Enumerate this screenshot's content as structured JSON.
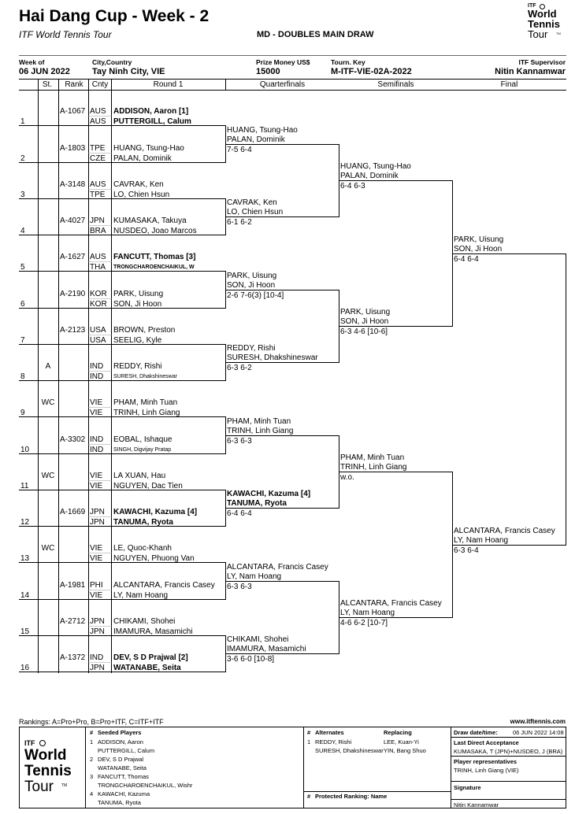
{
  "header": {
    "title": "Hai Dang Cup - Week - 2",
    "subtitle": "ITF World Tennis Tour",
    "draw_name": "MD - DOUBLES MAIN DRAW",
    "logo": {
      "sup": "ITF",
      "l1": "World",
      "l2": "Tennis",
      "l3": "Tour",
      "tm": "TM"
    }
  },
  "info": {
    "week_label": "Week of",
    "week_value": "06 JUN 2022",
    "city_label": "City,Country",
    "city_value": "Tay Ninh City, VIE",
    "prize_label": "Prize Money US$",
    "prize_value": "15000",
    "tourn_label": "Tourn. Key",
    "tourn_value": "M-ITF-VIE-02A-2022",
    "sup_label": "ITF Supervisor",
    "sup_value": "Nitin Kannamwar"
  },
  "columns": {
    "st": "St.",
    "rank": "Rank",
    "cnty": "Cnty",
    "r1": "Round 1",
    "qf": "Quarterfinals",
    "sf": "Semifinals",
    "f": "Final"
  },
  "r1": [
    {
      "num": "1",
      "st": "",
      "rank": "A-1067",
      "c1": "AUS",
      "p1": "ADDISON, Aaron [1]",
      "c2": "AUS",
      "p2": "PUTTERGILL, Calum",
      "bold": true
    },
    {
      "num": "2",
      "st": "",
      "rank": "A-1803",
      "c1": "TPE",
      "p1": "HUANG, Tsung-Hao",
      "c2": "CZE",
      "p2": "PALAN, Dominik",
      "bold": false
    },
    {
      "num": "3",
      "st": "",
      "rank": "A-3148",
      "c1": "AUS",
      "p1": "CAVRAK, Ken",
      "c2": "TPE",
      "p2": "LO, Chien Hsun",
      "bold": false
    },
    {
      "num": "4",
      "st": "",
      "rank": "A-4027",
      "c1": "JPN",
      "p1": "KUMASAKA, Takuya",
      "c2": "BRA",
      "p2": "NUSDEO, Joao Marcos",
      "bold": false
    },
    {
      "num": "5",
      "st": "",
      "rank": "A-1627",
      "c1": "AUS",
      "p1": "FANCUTT, Thomas [3]",
      "c2": "THA",
      "p2": "TRONGCHAROENCHAIKUL, W",
      "bold": true
    },
    {
      "num": "6",
      "st": "",
      "rank": "A-2190",
      "c1": "KOR",
      "p1": "PARK, Uisung",
      "c2": "KOR",
      "p2": "SON, Ji Hoon",
      "bold": false
    },
    {
      "num": "7",
      "st": "",
      "rank": "A-2123",
      "c1": "USA",
      "p1": "BROWN, Preston",
      "c2": "USA",
      "p2": "SEELIG, Kyle",
      "bold": false
    },
    {
      "num": "8",
      "st": "A",
      "rank": "",
      "c1": "IND",
      "p1": "REDDY, Rishi",
      "c2": "IND",
      "p2": "SURESH, Dhakshineswar",
      "bold": false
    },
    {
      "num": "9",
      "st": "WC",
      "rank": "",
      "c1": "VIE",
      "p1": "PHAM, Minh Tuan",
      "c2": "VIE",
      "p2": "TRINH, Linh Giang",
      "bold": false
    },
    {
      "num": "10",
      "st": "",
      "rank": "A-3302",
      "c1": "IND",
      "p1": "EOBAL, Ishaque",
      "c2": "IND",
      "p2": "SINGH, Digvijay Pratap",
      "bold": false
    },
    {
      "num": "11",
      "st": "WC",
      "rank": "",
      "c1": "VIE",
      "p1": "LA XUAN, Hau",
      "c2": "VIE",
      "p2": "NGUYEN, Dac Tien",
      "bold": false
    },
    {
      "num": "12",
      "st": "",
      "rank": "A-1669",
      "c1": "JPN",
      "p1": "KAWACHI, Kazuma [4]",
      "c2": "JPN",
      "p2": "TANUMA, Ryota",
      "bold": true
    },
    {
      "num": "13",
      "st": "WC",
      "rank": "",
      "c1": "VIE",
      "p1": "LE, Quoc-Khanh",
      "c2": "VIE",
      "p2": "NGUYEN, Phuong Van",
      "bold": false
    },
    {
      "num": "14",
      "st": "",
      "rank": "A-1981",
      "c1": "PHI",
      "p1": "ALCANTARA, Francis Casey",
      "c2": "VIE",
      "p2": "LY, Nam Hoang",
      "bold": false
    },
    {
      "num": "15",
      "st": "",
      "rank": "A-2712",
      "c1": "JPN",
      "p1": "CHIKAMI, Shohei",
      "c2": "JPN",
      "p2": "IMAMURA, Masamichi",
      "bold": false
    },
    {
      "num": "16",
      "st": "",
      "rank": "A-1372",
      "c1": "IND",
      "p1": "DEV, S D Prajwal [2]",
      "c2": "JPN",
      "p2": "WATANABE, Seita",
      "bold": true
    }
  ],
  "qf": [
    {
      "p1": "HUANG, Tsung-Hao",
      "p2": "PALAN, Dominik",
      "score": "7-5 6-4",
      "bold": false
    },
    {
      "p1": "CAVRAK, Ken",
      "p2": "LO, Chien Hsun",
      "score": "6-1 6-2",
      "bold": false
    },
    {
      "p1": "PARK, Uisung",
      "p2": "SON, Ji Hoon",
      "score": "2-6 7-6(3) [10-4]",
      "bold": false
    },
    {
      "p1": "REDDY, Rishi",
      "p2": "SURESH, Dhakshineswar",
      "score": "6-3 6-2",
      "bold": false
    },
    {
      "p1": "PHAM, Minh Tuan",
      "p2": "TRINH, Linh Giang",
      "score": "6-3 6-3",
      "bold": false
    },
    {
      "p1": "KAWACHI, Kazuma [4]",
      "p2": "TANUMA, Ryota",
      "score": "6-4 6-4",
      "bold": true
    },
    {
      "p1": "ALCANTARA, Francis Casey",
      "p2": "LY, Nam Hoang",
      "score": "6-3 6-3",
      "bold": false
    },
    {
      "p1": "CHIKAMI, Shohei",
      "p2": "IMAMURA, Masamichi",
      "score": "3-6 6-0 [10-8]",
      "bold": false
    }
  ],
  "sf": [
    {
      "p1": "HUANG, Tsung-Hao",
      "p2": "PALAN, Dominik",
      "score": "6-4 6-3"
    },
    {
      "p1": "PARK, Uisung",
      "p2": "SON, Ji Hoon",
      "score": "6-3 4-6 [10-6]"
    },
    {
      "p1": "PHAM, Minh Tuan",
      "p2": "TRINH, Linh Giang",
      "score": "w.o."
    },
    {
      "p1": "ALCANTARA, Francis Casey",
      "p2": "LY, Nam Hoang",
      "score": "4-6 6-2 [10-7]"
    }
  ],
  "fin": [
    {
      "p1": "PARK, Uisung",
      "p2": "SON, Ji Hoon",
      "score": "6-4 6-4"
    },
    {
      "p1": "ALCANTARA, Francis Casey",
      "p2": "LY, Nam Hoang",
      "score": "6-3 6-4"
    }
  ],
  "footer": {
    "rankings": "Rankings: A=Pro+Pro, B=Pro+ITF, C=ITF+ITF",
    "website": "www.itftennis.com",
    "seeded_hash": "#",
    "seeded_title": "Seeded Players",
    "seeded": [
      {
        "n": "1",
        "a": "ADDISON, Aaron",
        "b": "PUTTERGILL, Calum"
      },
      {
        "n": "2",
        "a": "DEV, S D Prajwal",
        "b": "WATANABE, Seita"
      },
      {
        "n": "3",
        "a": "FANCUTT, Thomas",
        "b": "TRONGCHAROENCHAIKUL, Wishr"
      },
      {
        "n": "4",
        "a": "KAWACHI, Kazuma",
        "b": "TANUMA, Ryota"
      }
    ],
    "alt_hash": "#",
    "alt_title": "Alternates",
    "replacing_title": "Replacing",
    "alternates": [
      {
        "n": "1",
        "a": "REDDY, Rishi",
        "b": "SURESH, Dhakshineswar",
        "ra": "LEE, Kuan-Yi",
        "rb": "YIN, Bang Shuo"
      }
    ],
    "prot_hash": "#",
    "prot_title": "Protected Ranking: Name",
    "draw_dt_label": "Draw date/time:",
    "draw_dt_value": "06 JUN 2022 14:08",
    "lda_label": "Last Direct Acceptance",
    "lda_value": "KUMASAKA, T (JPN)+NUSDEO, J (BRA)",
    "rep_label": "Player representatives",
    "rep_value": "TRINH, Linh Giang (VIE)",
    "sig_label": "Signature",
    "sig_value": "Nitin Kannamwar"
  }
}
